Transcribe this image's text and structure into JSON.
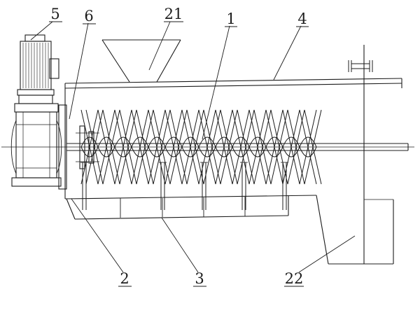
{
  "drawing": {
    "background": "#ffffff",
    "ink": "#1c1c1c",
    "labels": [
      {
        "text": "5"
      },
      {
        "text": "6"
      },
      {
        "text": "21"
      },
      {
        "text": "1"
      },
      {
        "text": "4"
      },
      {
        "text": "2"
      },
      {
        "text": "3"
      },
      {
        "text": "22"
      }
    ]
  }
}
